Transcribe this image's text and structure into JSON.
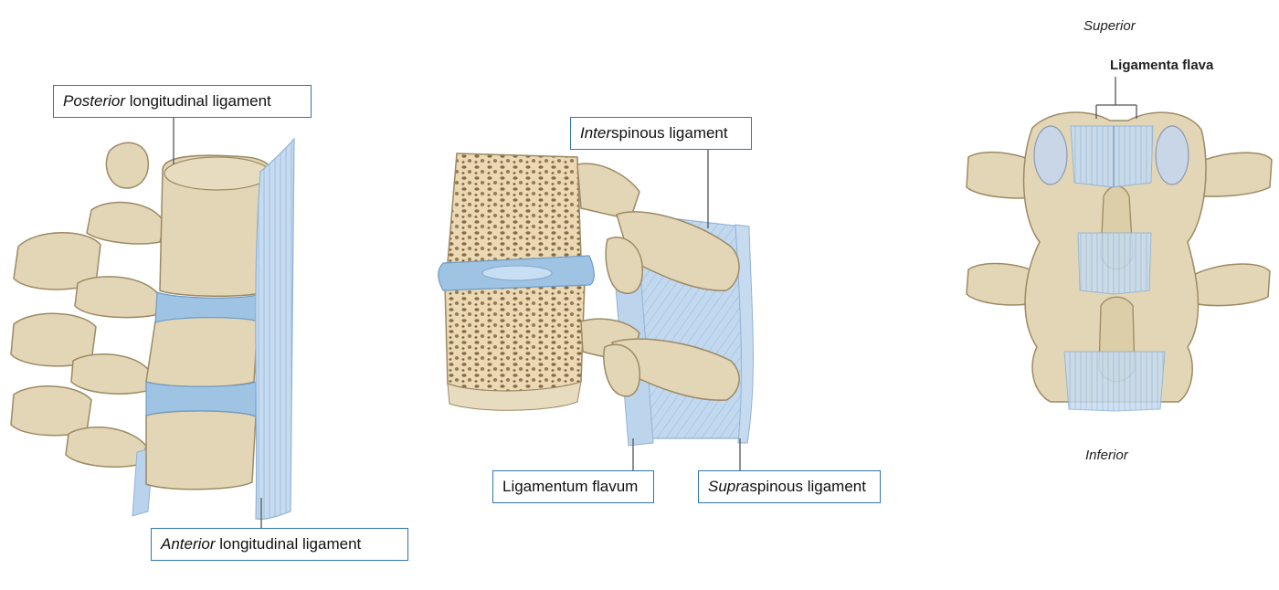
{
  "figure1": {
    "labels": {
      "posterior": {
        "em": "Posterior",
        "rest": " longitudinal ligament"
      },
      "anterior": {
        "em": "Anterior",
        "rest": " longitudinal ligament"
      }
    }
  },
  "figure2": {
    "labels": {
      "interspinous": {
        "em": "Inter",
        "rest": "spinous ligament"
      },
      "flavum": {
        "em": "",
        "rest": "Ligamentum flavum"
      },
      "supraspinous": {
        "em": "Supra",
        "rest": "spinous ligament"
      }
    }
  },
  "figure3": {
    "superior": "Superior",
    "inferior": "Inferior",
    "title": "Ligamenta flava"
  },
  "colors": {
    "bone": "#e3d6b6",
    "bone_dark": "#c8b78e",
    "bone_outline": "#9c8a63",
    "ligament": "#b9d3ec",
    "ligament_line": "#8fb3d6",
    "disc": "#9fc3e3",
    "label_border": "#2e75b6",
    "leader": "#555555"
  }
}
